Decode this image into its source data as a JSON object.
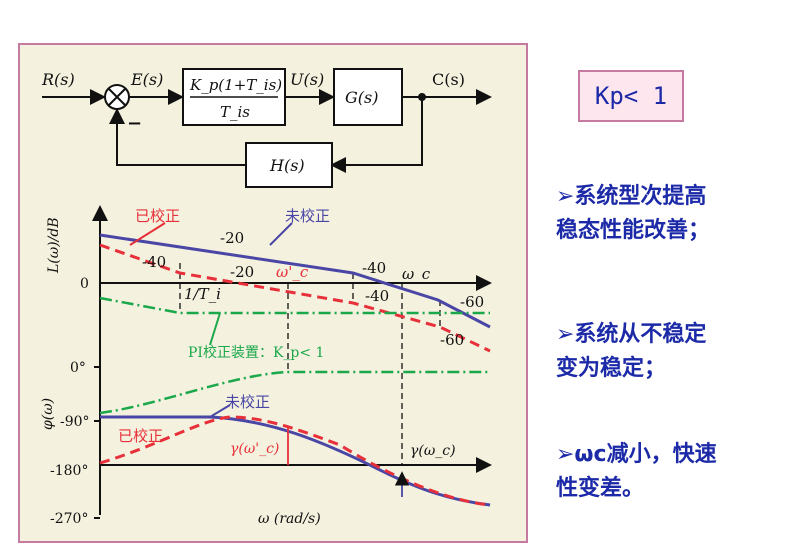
{
  "block_diagram": {
    "input": "R(s)",
    "error": "E(s)",
    "controller_num": "K_p(1+T_is)",
    "controller_den": "T_is",
    "control": "U(s)",
    "plant": "G(s)",
    "output": "C(s)",
    "feedback": "H(s)",
    "minus_sign": "−"
  },
  "bode": {
    "mag_axis_label": "L(ω)/dB",
    "phase_axis_label": "φ(ω)",
    "x_axis_label": "ω (rad/s)",
    "mag_zero": "0",
    "phase_ticks": [
      "0°",
      "-90°",
      "-180°",
      "-270°"
    ],
    "corrected": "已校正",
    "uncorrected": "未校正",
    "corrected_phase": "已校正",
    "uncorrected_phase": "未校正",
    "slope_labels": [
      "-20",
      "-40",
      "-20",
      "-40",
      "-40",
      "-60",
      "-60"
    ],
    "corner_label": "1/T_i",
    "wc_prime": "ω'_c",
    "wc": "ω_c",
    "pi_label": "PI校正装置：K_p< 1",
    "gamma_prime": "γ(ω'_c)",
    "gamma": "γ(ω_c)",
    "colors": {
      "uncorrected": "#4a46a6",
      "corrected": "#e8303a",
      "pi": "#1aa84a",
      "axis": "#111111"
    }
  },
  "kp_box": "Kp< 1",
  "bullets": [
    {
      "lines": [
        "➢系统型次提高",
        "稳态性能改善；"
      ]
    },
    {
      "lines": [
        "➢系统从不稳定",
        "变为稳定；"
      ]
    },
    {
      "lines": [
        "➢ωc减小，快速",
        "性变差。"
      ]
    }
  ]
}
